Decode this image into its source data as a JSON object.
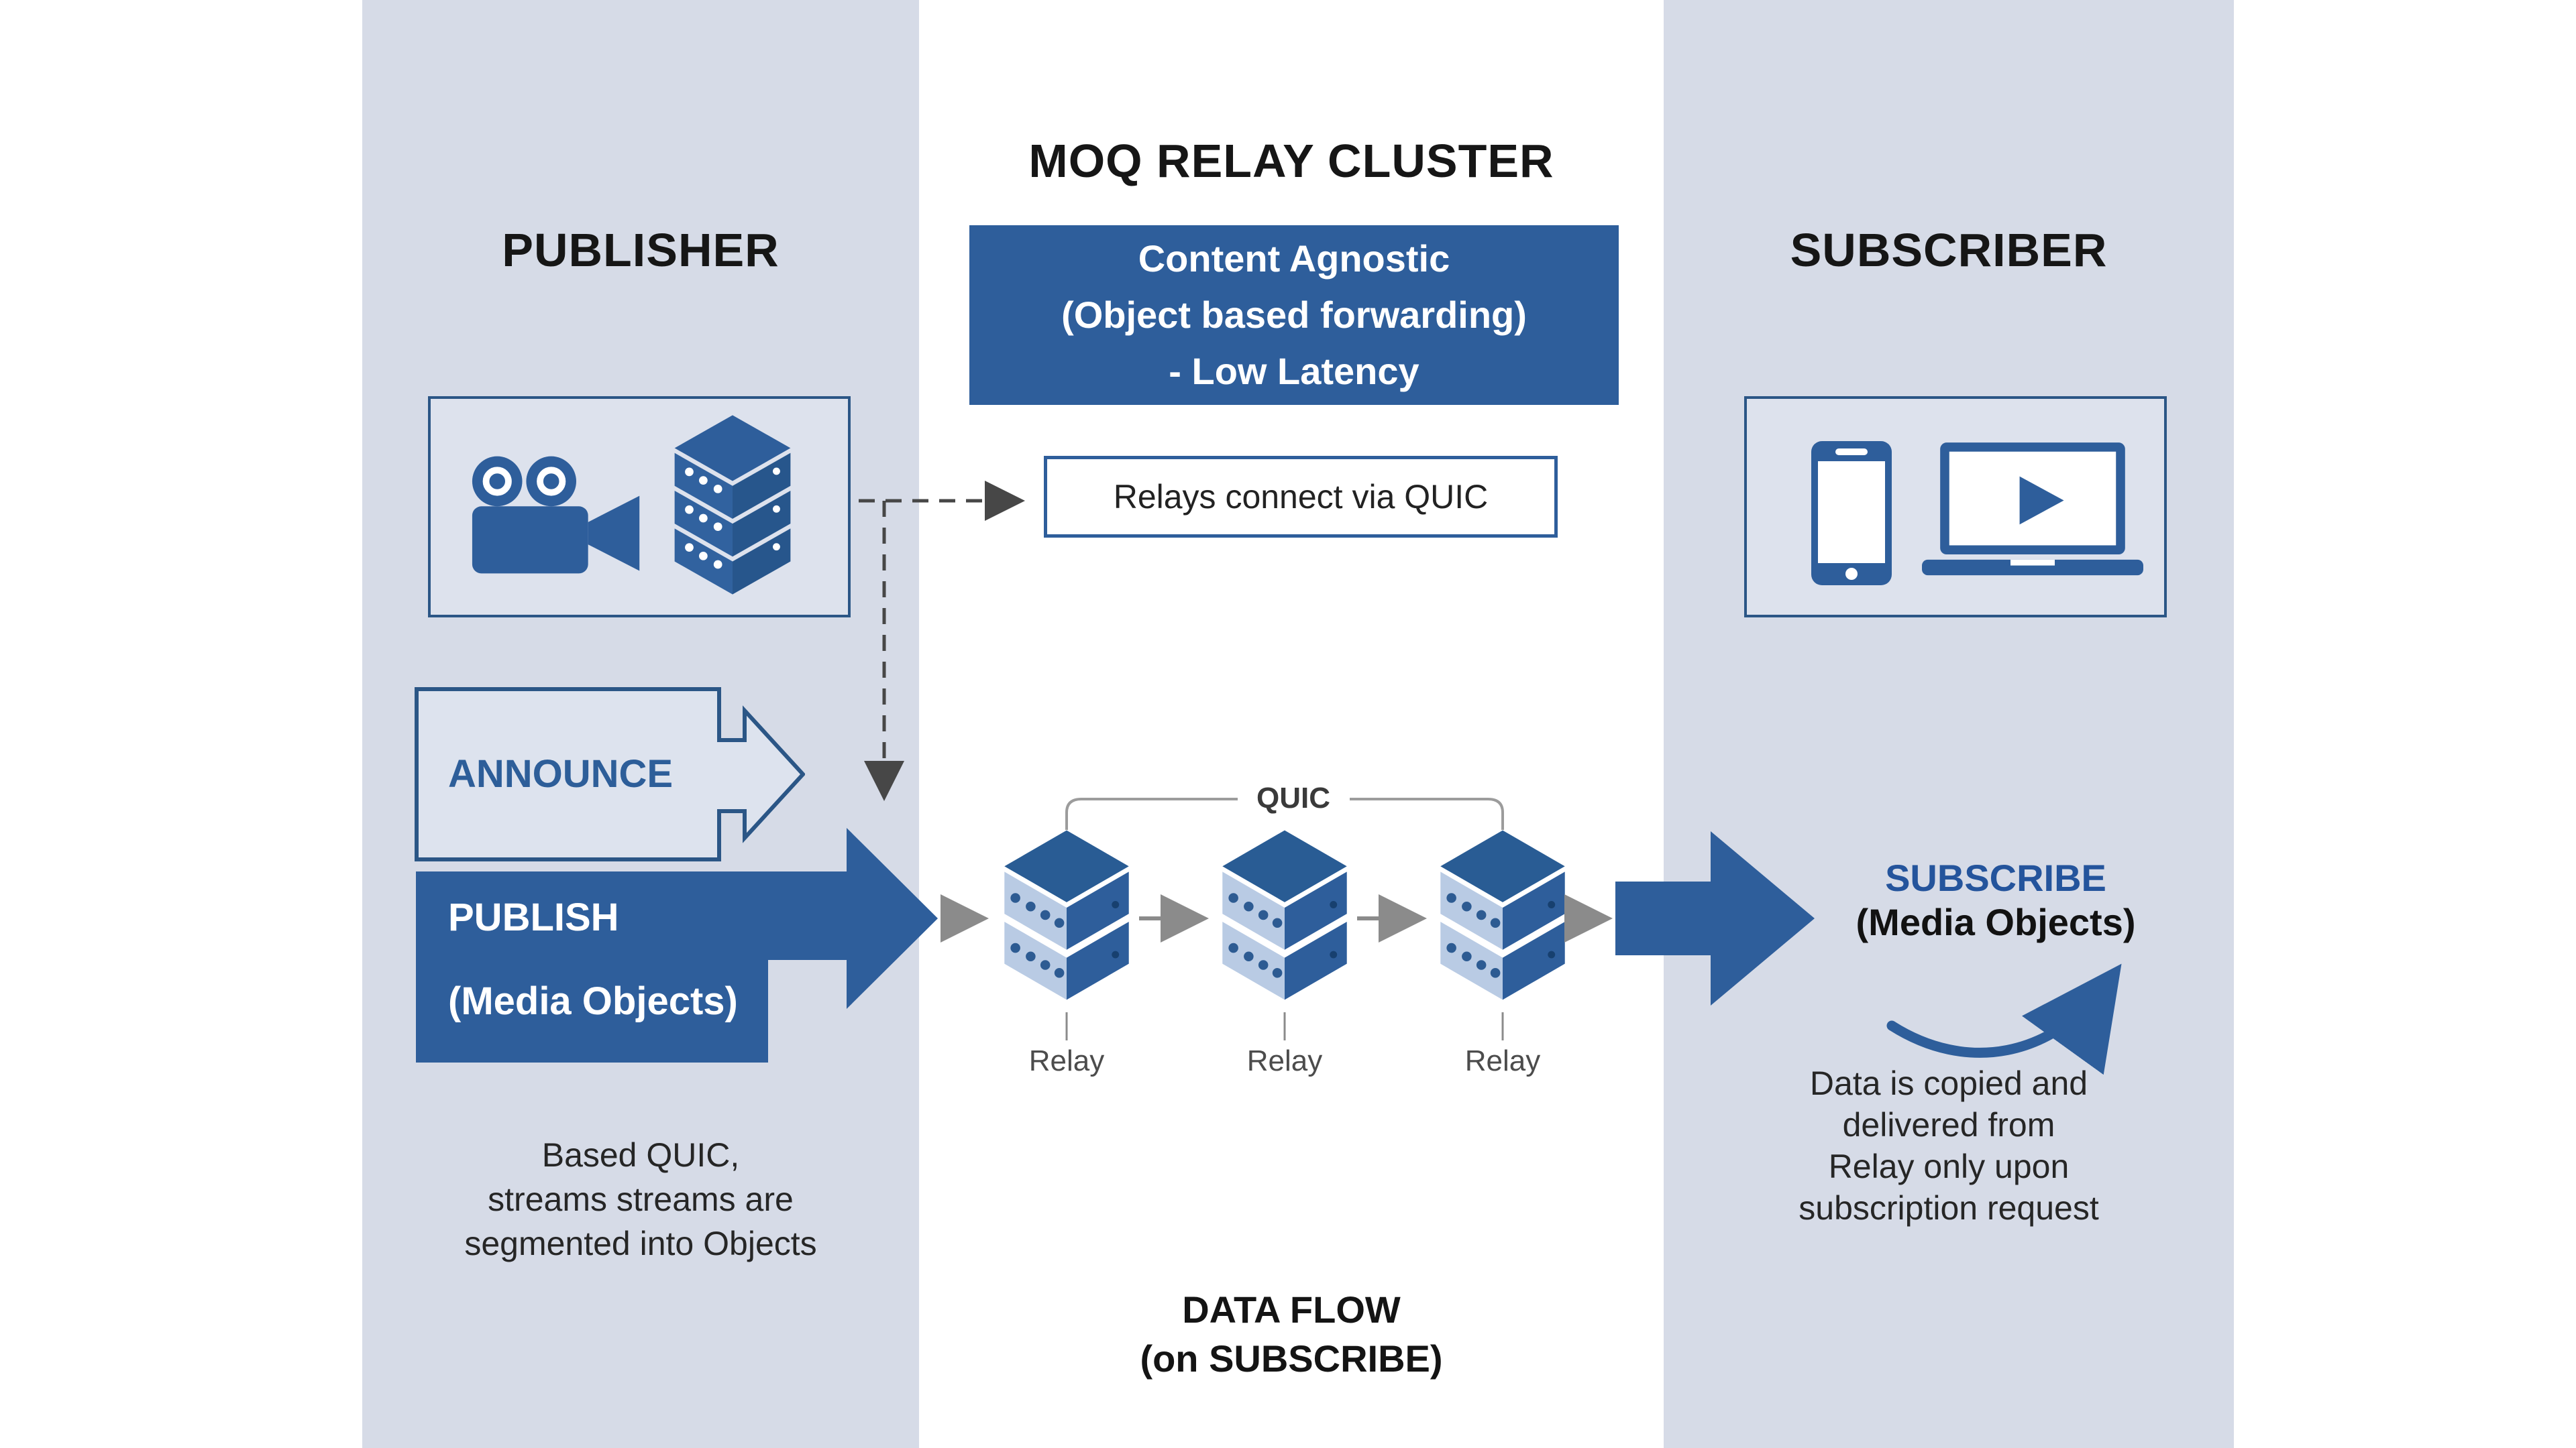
{
  "colors": {
    "accent_blue": "#2e5e9b",
    "panel_blue": "#d6dbe7",
    "relay_face_light": "#b9cbe4",
    "text_dark": "#1a1a1a"
  },
  "header": {
    "title": "MOQ RELAY CLUSTER",
    "publisher": "PUBLISHER",
    "subscriber": "SUBSCRIBER"
  },
  "publisher": {
    "announce_label": "ANNOUNCE",
    "publish_label": "PUBLISH",
    "publish_sublabel": "(Media Objects)",
    "note_lines": [
      "Based QUIC,",
      "streams streams are",
      "segmented into Objects"
    ]
  },
  "relay_cluster": {
    "banner_lines": [
      "Content Agnostic",
      "(Object based forwarding)",
      "- Low Latency"
    ],
    "relays_connect_label": "Relays connect via QUIC",
    "quic_link_label": "QUIC",
    "relay_labels": [
      "Relay",
      "Relay",
      "Relay"
    ],
    "data_flow_lines": [
      "DATA FLOW",
      "(on SUBSCRIBE)"
    ]
  },
  "subscriber": {
    "subscribe_label": "SUBSCRIBE",
    "subscribe_sublabel": "(Media Objects)",
    "note_lines": [
      "Data is copied and",
      "delivered from",
      "Relay only upon",
      "subscription request"
    ]
  },
  "icons": {
    "publisher_box": [
      "video-camera-icon",
      "server-stack-icon"
    ],
    "subscriber_box": [
      "smartphone-icon",
      "laptop-play-icon"
    ]
  }
}
